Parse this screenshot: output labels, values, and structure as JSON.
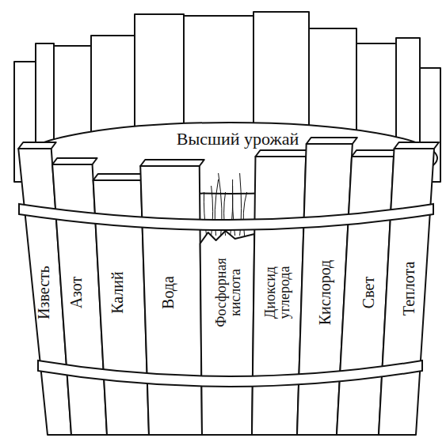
{
  "diagram": {
    "labels": [
      "Высший урожай",
      "Известь",
      "Азот",
      "Калий",
      "Вода",
      "Фосфорная кислота",
      "Диоксид углерода",
      "Кислород",
      "Свет",
      "Теплота"
    ]
  }
}
